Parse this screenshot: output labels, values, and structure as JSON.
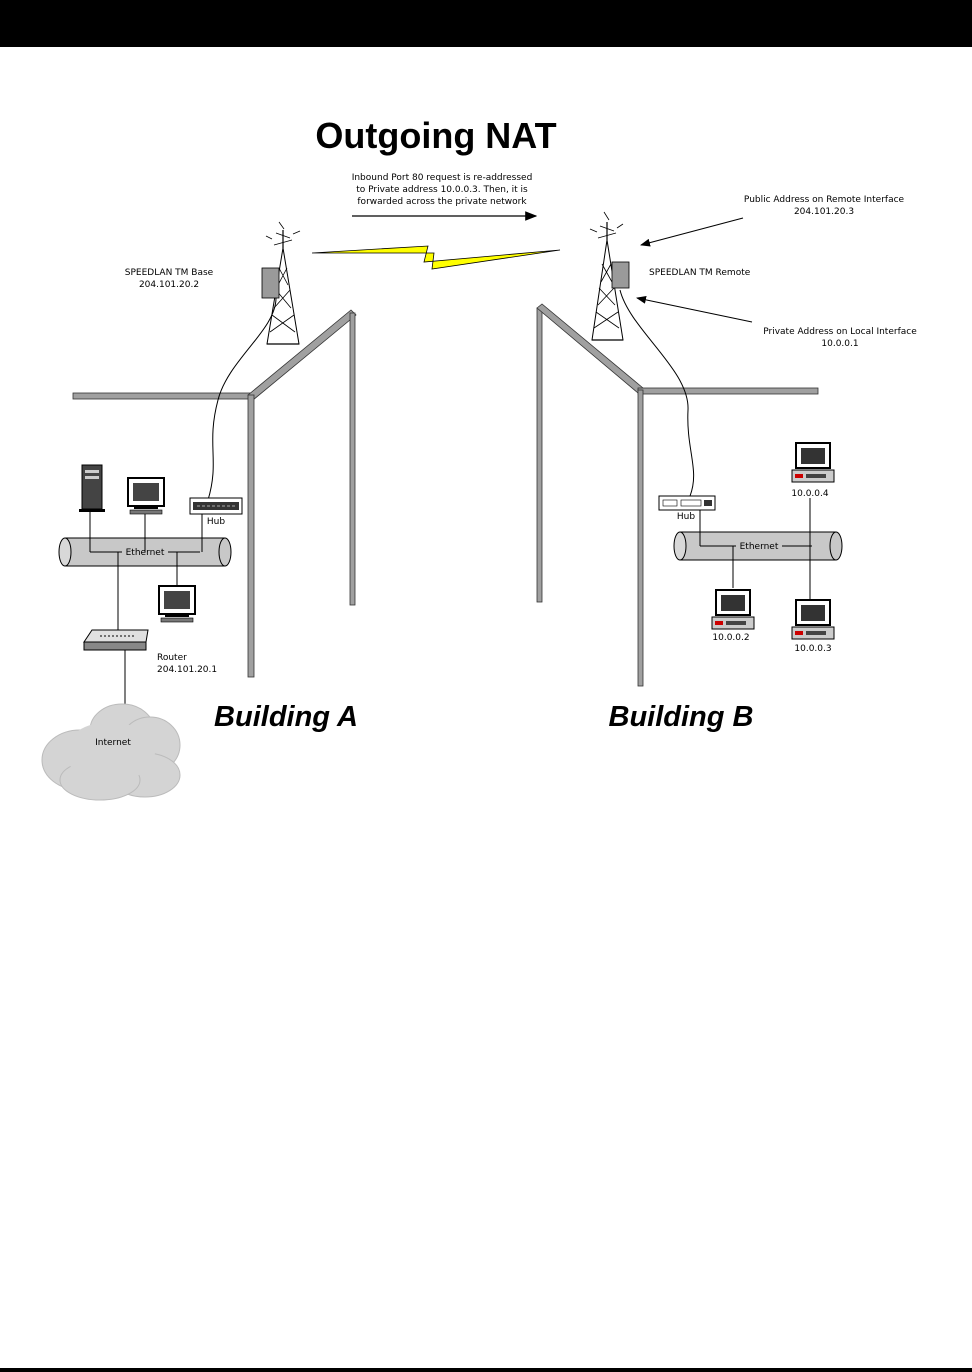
{
  "title": "Outgoing NAT",
  "inbound_note": [
    "Inbound Port 80 request is re-addressed",
    "to Private address 10.0.0.3. Then, it is",
    "forwarded across the private network"
  ],
  "base_radio": {
    "name": "SPEEDLAN TM Base",
    "ip": "204.101.20.2"
  },
  "remote_radio": {
    "name": "SPEEDLAN TM Remote"
  },
  "public_address": {
    "label": "Public Address on Remote Interface",
    "ip": "204.101.20.3"
  },
  "private_address": {
    "label": "Private Address on Local Interface",
    "ip": "10.0.0.1"
  },
  "building_a": {
    "name": "Building A",
    "hub": "Hub",
    "ethernet": "Ethernet",
    "router": {
      "name": "Router",
      "ip": "204.101.20.1"
    },
    "internet": "Internet"
  },
  "building_b": {
    "name": "Building B",
    "hub": "Hub",
    "ethernet": "Ethernet",
    "pc_ips": [
      "10.0.0.2",
      "10.0.0.3",
      "10.0.0.4"
    ]
  },
  "colors": {
    "lightning": "#ffff00",
    "wall": "#a0a0a0",
    "pipe": "#c8c8c8",
    "cloud": "#d4d4d4"
  }
}
